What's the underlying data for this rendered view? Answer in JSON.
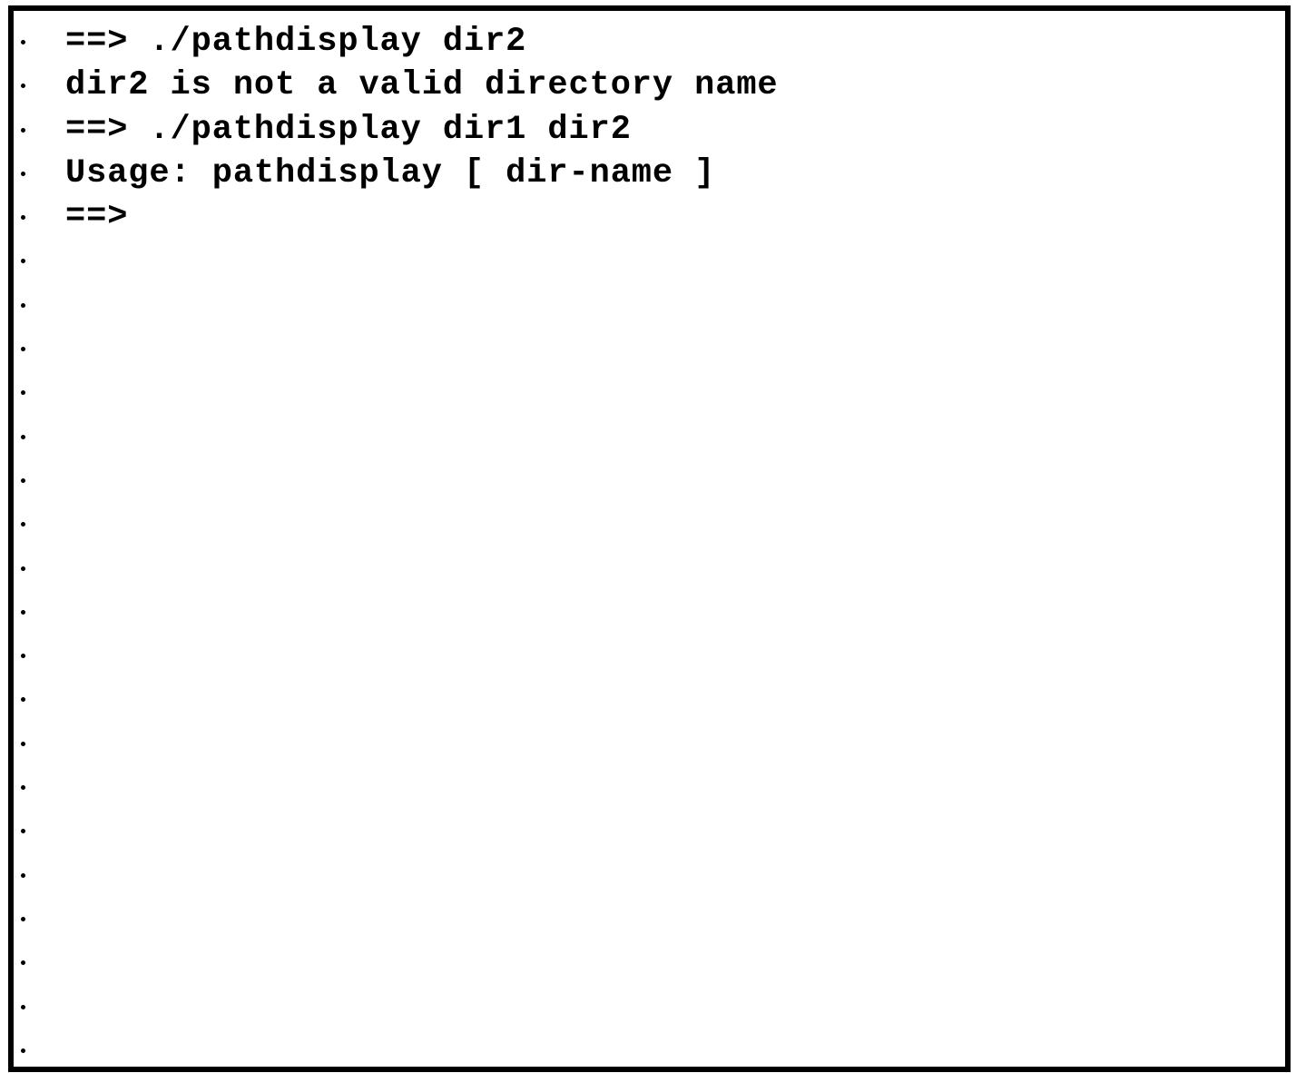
{
  "terminal": {
    "lines": [
      {
        "text": "==> ./pathdisplay dir2"
      },
      {
        "text": "dir2 is not a valid directory name"
      },
      {
        "text": "==> ./pathdisplay dir1 dir2"
      },
      {
        "text": "Usage: pathdisplay [ dir-name ]"
      },
      {
        "text": "==>"
      },
      {
        "text": ""
      },
      {
        "text": ""
      },
      {
        "text": ""
      },
      {
        "text": ""
      },
      {
        "text": ""
      },
      {
        "text": ""
      },
      {
        "text": ""
      },
      {
        "text": ""
      },
      {
        "text": ""
      },
      {
        "text": ""
      },
      {
        "text": ""
      },
      {
        "text": ""
      },
      {
        "text": ""
      },
      {
        "text": ""
      },
      {
        "text": ""
      },
      {
        "text": ""
      },
      {
        "text": ""
      },
      {
        "text": ""
      },
      {
        "text": ""
      }
    ]
  }
}
